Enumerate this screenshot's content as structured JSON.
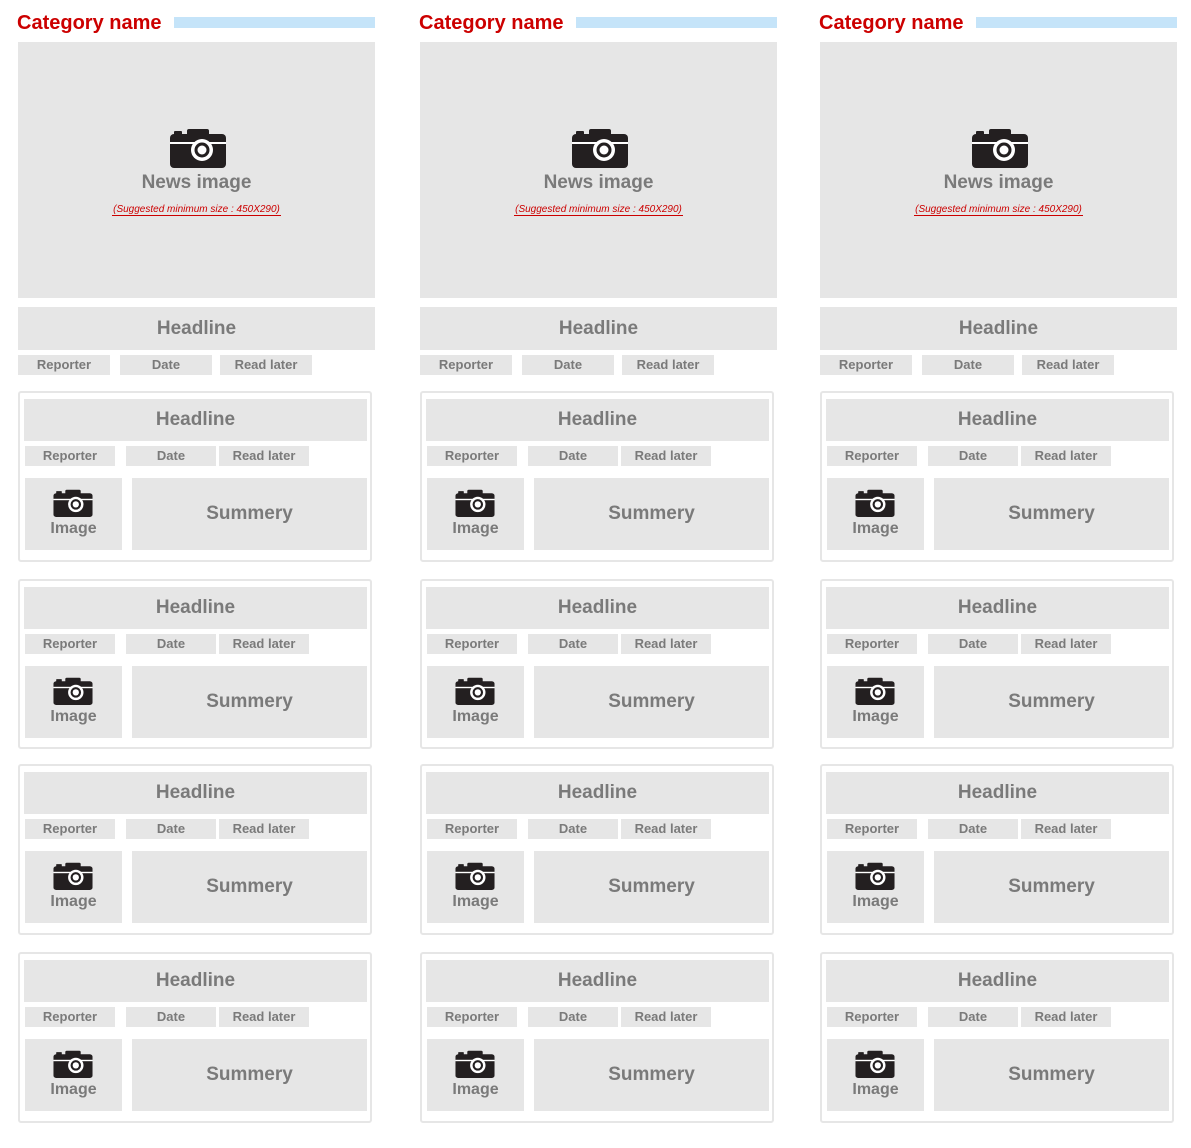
{
  "columns": [
    {
      "category_name": "Category name",
      "hero": {
        "icon": "camera-icon",
        "label": "News image",
        "note": "(Suggested minimum size : 450X290)"
      },
      "lead": {
        "headline": "Headline",
        "reporter": "Reporter",
        "date": "Date",
        "read_later": "Read later"
      },
      "cards": [
        {
          "headline": "Headline",
          "reporter": "Reporter",
          "date": "Date",
          "read_later": "Read later",
          "image": "Image",
          "summary": "Summery"
        },
        {
          "headline": "Headline",
          "reporter": "Reporter",
          "date": "Date",
          "read_later": "Read later",
          "image": "Image",
          "summary": "Summery"
        },
        {
          "headline": "Headline",
          "reporter": "Reporter",
          "date": "Date",
          "read_later": "Read later",
          "image": "Image",
          "summary": "Summery"
        },
        {
          "headline": "Headline",
          "reporter": "Reporter",
          "date": "Date",
          "read_later": "Read later",
          "image": "Image",
          "summary": "Summery"
        }
      ]
    },
    {
      "category_name": "Category name",
      "hero": {
        "icon": "camera-icon",
        "label": "News image",
        "note": "(Suggested minimum size : 450X290)"
      },
      "lead": {
        "headline": "Headline",
        "reporter": "Reporter",
        "date": "Date",
        "read_later": "Read later"
      },
      "cards": [
        {
          "headline": "Headline",
          "reporter": "Reporter",
          "date": "Date",
          "read_later": "Read later",
          "image": "Image",
          "summary": "Summery"
        },
        {
          "headline": "Headline",
          "reporter": "Reporter",
          "date": "Date",
          "read_later": "Read later",
          "image": "Image",
          "summary": "Summery"
        },
        {
          "headline": "Headline",
          "reporter": "Reporter",
          "date": "Date",
          "read_later": "Read later",
          "image": "Image",
          "summary": "Summery"
        },
        {
          "headline": "Headline",
          "reporter": "Reporter",
          "date": "Date",
          "read_later": "Read later",
          "image": "Image",
          "summary": "Summery"
        }
      ]
    },
    {
      "category_name": "Category name",
      "hero": {
        "icon": "camera-icon",
        "label": "News image",
        "note": "(Suggested minimum size : 450X290)"
      },
      "lead": {
        "headline": "Headline",
        "reporter": "Reporter",
        "date": "Date",
        "read_later": "Read later"
      },
      "cards": [
        {
          "headline": "Headline",
          "reporter": "Reporter",
          "date": "Date",
          "read_later": "Read later",
          "image": "Image",
          "summary": "Summery"
        },
        {
          "headline": "Headline",
          "reporter": "Reporter",
          "date": "Date",
          "read_later": "Read later",
          "image": "Image",
          "summary": "Summery"
        },
        {
          "headline": "Headline",
          "reporter": "Reporter",
          "date": "Date",
          "read_later": "Read later",
          "image": "Image",
          "summary": "Summery"
        },
        {
          "headline": "Headline",
          "reporter": "Reporter",
          "date": "Date",
          "read_later": "Read later",
          "image": "Image",
          "summary": "Summery"
        }
      ]
    }
  ],
  "colors": {
    "category": "#cc0000",
    "category_line": "#c5e4f9",
    "placeholder": "#e6e6e6",
    "placeholder_text": "#7a7a7a"
  }
}
